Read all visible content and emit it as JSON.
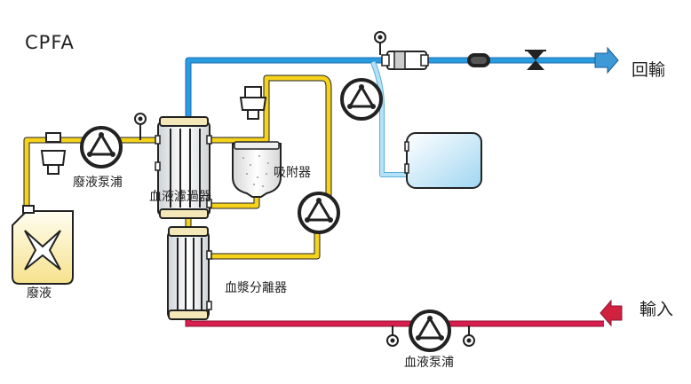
{
  "title": "CPFA",
  "labels": {
    "return": "回輸",
    "input": "輸入",
    "hemofilter": "血液濾過器",
    "adsorber": "吸附器",
    "plasma_separator": "血漿分離器",
    "waste": "廢液",
    "waste_pump": "廢液泵浦",
    "blood_pump": "血液泵浦"
  },
  "colors": {
    "return_line": "#2b9be0",
    "input_line": "#d81e4e",
    "plasma_line": "#f5d21c",
    "replacement_line": "#8fd3f2",
    "return_arrow": "#3d9ad6",
    "input_arrow": "#d0223f"
  }
}
